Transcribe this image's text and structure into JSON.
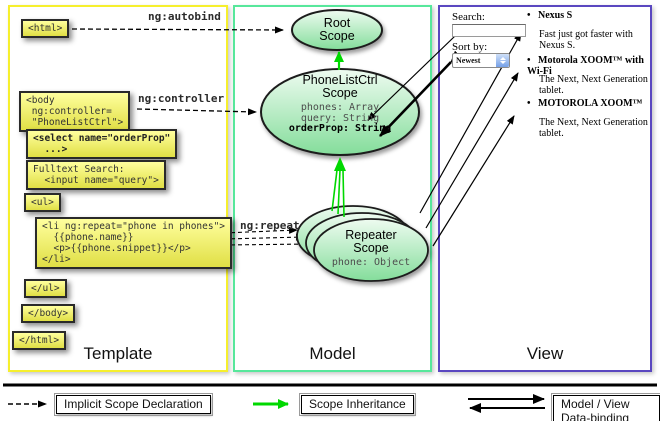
{
  "columns": {
    "template": "Template",
    "model": "Model",
    "view": "View"
  },
  "template": {
    "html_open": "<html>",
    "body_open": {
      "l1": "<body",
      "l2": " ng:controller=",
      "l3": " \"PhoneListCtrl\">"
    },
    "select": {
      "l1": "<select name=\"orderProp\"",
      "l2": "  ...>"
    },
    "fulltext": {
      "l1": "Fulltext Search:",
      "l2": "  <input name=\"query\">"
    },
    "ul_open": "<ul>",
    "li": {
      "l1": "<li ng:repeat=\"phone in phones\">",
      "l2": "  {{phone.name}}",
      "l3": "  <p>{{phone.snippet}}</p>",
      "l4": "</li>"
    },
    "ul_close": "</ul>",
    "body_close": "</body>",
    "html_close": "</html>"
  },
  "edges": {
    "autobind": "ng:autobind",
    "controller": "ng:controller",
    "repeat": "ng:repeat"
  },
  "model": {
    "root_scope": {
      "line1": "Root",
      "line2": "Scope"
    },
    "phonelist": {
      "title1": "PhoneListCtrl",
      "title2": "Scope",
      "prop1": "phones: Array",
      "prop2": "query: String",
      "prop3": "orderProp: String"
    },
    "repeater": {
      "title1": "Repeater",
      "title2": "Scope",
      "prop": "phone: Object"
    }
  },
  "view": {
    "search_label": "Search:",
    "sort_label": "Sort by:",
    "sort_value": "Newest",
    "bullet": "•",
    "items": [
      {
        "name": "Nexus S",
        "desc": "Fast just got faster with Nexus S."
      },
      {
        "name": "Motorola XOOM™ with Wi-Fi",
        "desc": "The Next, Next Generation tablet."
      },
      {
        "name": "MOTOROLA XOOM™",
        "desc": "The Next, Next Generation tablet."
      }
    ]
  },
  "legend": {
    "implicit": "Implicit Scope Declaration",
    "inheritance": "Scope Inheritance",
    "binding": "Model / View Data-binding"
  },
  "colors": {
    "template_border": "#f6ef2d",
    "model_border": "#57e79b",
    "view_border": "#5a47c0",
    "green_arrow": "#00d800",
    "box_yellow": "#f2f05a",
    "ellipse_green": "#8fe2a4"
  }
}
